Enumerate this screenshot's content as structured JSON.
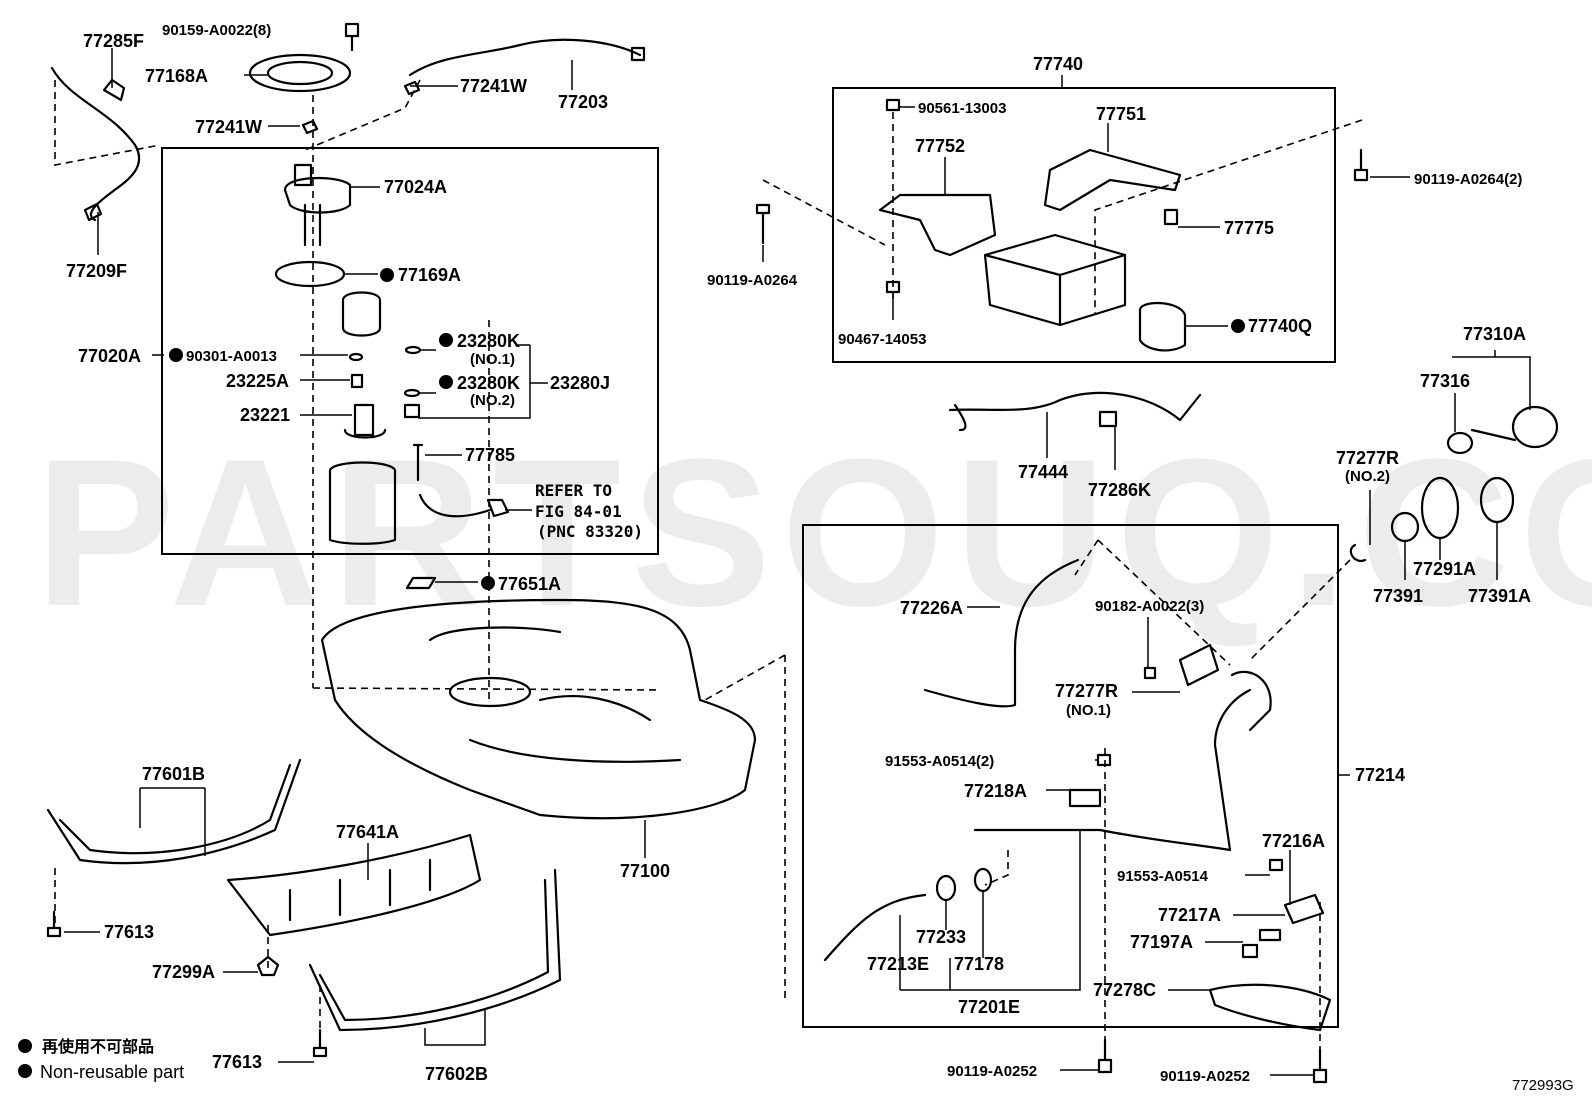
{
  "watermark": "PARTSOUQ.COM",
  "figure_code": "772993G",
  "legend": {
    "line1": "再使用不可部品",
    "line2": "Non-reusable part"
  },
  "labels": {
    "p77285F": "77285F",
    "p90159": "90159-A0022(8)",
    "p77168A": "77168A",
    "p77241W_top": "77241W",
    "p77203": "77203",
    "p77241W_mid": "77241W",
    "p77024A": "77024A",
    "p77209F": "77209F",
    "p77169A": "77169A",
    "p77020A": "77020A",
    "p90301": "90301-A0013",
    "p23280K_1": "23280K",
    "no1_a": "(NO.1)",
    "p23225A": "23225A",
    "p23280K_2": "23280K",
    "no2_a": "(NO.2)",
    "p23280J": "23280J",
    "p23221": "23221",
    "p77785": "77785",
    "refer1": "REFER TO",
    "refer2": "FIG 84-01",
    "refer3": "(PNC 83320)",
    "p77651A": "77651A",
    "p77740": "77740",
    "p90561": "90561-13003",
    "p77751": "77751",
    "p77752": "77752",
    "p90119_2": "90119-A0264(2)",
    "p77775": "77775",
    "p90119_l": "90119-A0264",
    "p90467": "90467-14053",
    "p77740Q": "77740Q",
    "p77310A": "77310A",
    "p77316": "77316",
    "p77444": "77444",
    "p77286K": "77286K",
    "p77277R_2": "77277R",
    "no2_b": "(NO.2)",
    "p77291A": "77291A",
    "p77391": "77391",
    "p77391A": "77391A",
    "p77226A": "77226A",
    "p90182": "90182-A0022(3)",
    "p77277R_1": "77277R",
    "no1_b": "(NO.1)",
    "p91553_2": "91553-A0514(2)",
    "p77218A": "77218A",
    "p77214": "77214",
    "p77216A": "77216A",
    "p91553": "91553-A0514",
    "p77217A": "77217A",
    "p77197A": "77197A",
    "p77233": "77233",
    "p77178": "77178",
    "p77213E": "77213E",
    "p77201E": "77201E",
    "p77278C": "77278C",
    "p90119_a": "90119-A0252",
    "p90119_b": "90119-A0252",
    "p77601B": "77601B",
    "p77641A": "77641A",
    "p77613_a": "77613",
    "p77299A": "77299A",
    "p77100": "77100",
    "p77613_b": "77613",
    "p77602B": "77602B"
  }
}
